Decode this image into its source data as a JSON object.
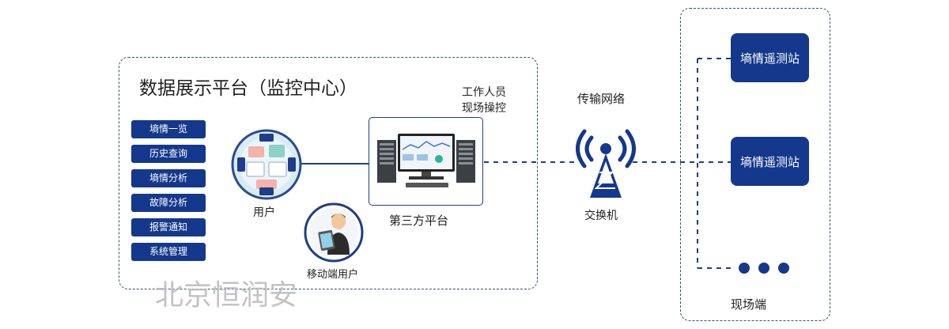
{
  "platform": {
    "title": "数据展示平台（监控中心）",
    "menu": [
      "墒情一览",
      "历史查询",
      "墒情分析",
      "故障分析",
      "报警通知",
      "系统管理"
    ],
    "user_label": "用户",
    "mobile_user_label": "移动端用户",
    "operator_label_line1": "工作人员",
    "operator_label_line2": "现场操控",
    "third_party_label": "第三方平台"
  },
  "network": {
    "title": "传输网络",
    "switch_label": "交换机"
  },
  "field": {
    "stations": [
      "墒情遥测站",
      "墒情遥测站"
    ],
    "label": "现场端"
  },
  "watermark": "北京恒润安",
  "colors": {
    "brand": "#14388c",
    "line": "#1f3d8a"
  }
}
